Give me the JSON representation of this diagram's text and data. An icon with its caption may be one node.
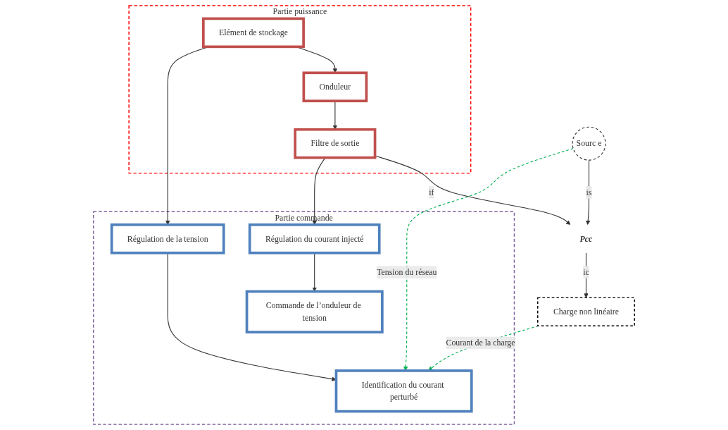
{
  "diagram": {
    "nodes": [
      {
        "text": [
          "Sourc e"
        ]
      },
      {
        "text": [
          "Pcc"
        ]
      },
      {
        "text": [
          "Charge non linéaire"
        ]
      },
      {
        "text": [
          "Partie puissance"
        ]
      },
      {
        "text": [
          "Filtre de sortie"
        ],
        "in": 3
      },
      {
        "text": [
          "Onduleur"
        ],
        "in": 3
      },
      {
        "text": [
          "Elément de stockage"
        ],
        "in": 3
      },
      {
        "text": [
          "Partie commande"
        ]
      },
      {
        "text": [
          "Régulation du courant injecté"
        ],
        "in": 7
      },
      {
        "text": [
          "Commande de l’onduleur de tension"
        ],
        "in": 7
      },
      {
        "text": [
          "Identification du courant perturbé"
        ],
        "in": 7
      },
      {
        "text": [
          "Régulation de la tension"
        ],
        "in": 7
      }
    ],
    "edges": [
      {
        "from": 0,
        "to": 1,
        "arrow": "to",
        "label": "is"
      },
      {
        "from": 1,
        "to": 2,
        "arrow": "to",
        "label": "ic"
      },
      {
        "from": 4,
        "to": 1,
        "arrow": "to",
        "label": "if"
      },
      {
        "from": 6,
        "to": 5,
        "arrow": "to"
      },
      {
        "from": 5,
        "to": 4,
        "arrow": "to"
      },
      {
        "from": 4,
        "to": 8,
        "arrow": "to"
      },
      {
        "from": 8,
        "to": 9,
        "arrow": "to"
      },
      {
        "from": 6,
        "to": 11,
        "arrow": "to"
      },
      {
        "from": 11,
        "to": 10,
        "arrow": "to"
      },
      {
        "from": 0,
        "to": 10,
        "arrow": "to",
        "style": "dashed",
        "color": "#00b050",
        "label": "Tension du réseau"
      },
      {
        "from": 2,
        "to": 10,
        "arrow": "to",
        "style": "dashed",
        "color": "#00b050",
        "label": "Courant de la charge"
      }
    ]
  }
}
